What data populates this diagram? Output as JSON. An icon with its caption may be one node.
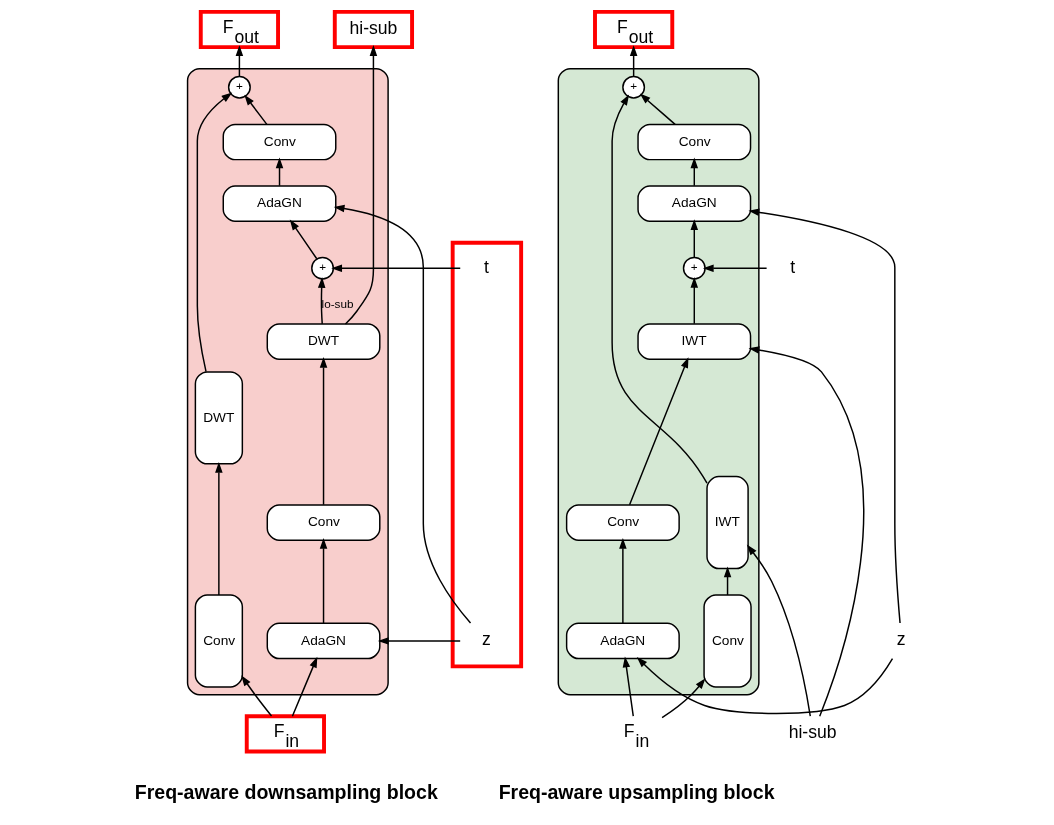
{
  "diagram": {
    "nodes": [
      {
        "text": [
          "F$_{out}$"
        ]
      },
      {
        "text": [
          "hi-sub"
        ]
      },
      {
        "text": [],
        "shape": "box"
      },
      {
        "text": [
          "t"
        ],
        "in": 2
      },
      {
        "text": [
          "z"
        ],
        "in": 2
      },
      {
        "text": [],
        "shape": "box"
      },
      {
        "text": [
          "+"
        ],
        "in": 5
      },
      {
        "text": [
          "Conv"
        ],
        "in": 5
      },
      {
        "text": [
          "AdaGN"
        ],
        "in": 5
      },
      {
        "text": [
          "+"
        ],
        "in": 5
      },
      {
        "text": [
          "DWT"
        ],
        "in": 5
      },
      {
        "text": [
          "Conv"
        ],
        "in": 5
      },
      {
        "text": [
          "AdaGN"
        ],
        "in": 5
      },
      {
        "text": [
          "DWT"
        ],
        "in": 5
      },
      {
        "text": [
          "Conv"
        ],
        "in": 5
      },
      {
        "text": [
          "F$_{in}$"
        ]
      },
      {
        "text": [
          "F$_{out}$"
        ]
      },
      {
        "text": [],
        "shape": "box"
      },
      {
        "text": [
          "+"
        ],
        "in": 17
      },
      {
        "text": [
          "Conv"
        ],
        "in": 17
      },
      {
        "text": [
          "AdaGN"
        ],
        "in": 17
      },
      {
        "text": [
          "+"
        ],
        "in": 17
      },
      {
        "text": [
          "IWT"
        ],
        "in": 17
      },
      {
        "text": [
          "Conv"
        ],
        "in": 17
      },
      {
        "text": [
          "AdaGN"
        ],
        "in": 17
      },
      {
        "text": [
          "IWT"
        ],
        "in": 17
      },
      {
        "text": [
          "Conv"
        ],
        "in": 17
      },
      {
        "text": [
          "t"
        ]
      },
      {
        "text": [
          "z"
        ]
      },
      {
        "text": [
          "F$_{in}$"
        ]
      },
      {
        "text": [
          "hi-sub"
        ]
      }
    ],
    "edges": [
      {
        "from": 15,
        "to": 12,
        "arrow": "to"
      },
      {
        "from": 15,
        "to": 14,
        "arrow": "to"
      },
      {
        "from": 4,
        "to": 12,
        "arrow": "to"
      },
      {
        "from": 4,
        "to": 8,
        "arrow": "to"
      },
      {
        "from": 3,
        "to": 9,
        "arrow": "to"
      },
      {
        "from": 12,
        "to": 11,
        "arrow": "to"
      },
      {
        "from": 11,
        "to": 10,
        "arrow": "to"
      },
      {
        "from": 10,
        "to": 9,
        "arrow": "to",
        "label": "lo-sub"
      },
      {
        "from": 9,
        "to": 8,
        "arrow": "to"
      },
      {
        "from": 8,
        "to": 7,
        "arrow": "to"
      },
      {
        "from": 7,
        "to": 6,
        "arrow": "to"
      },
      {
        "from": 6,
        "to": 0,
        "arrow": "to"
      },
      {
        "from": 10,
        "to": 1,
        "arrow": "to"
      },
      {
        "from": 14,
        "to": 13,
        "arrow": "to"
      },
      {
        "from": 13,
        "to": 6,
        "arrow": "to"
      },
      {
        "from": 29,
        "to": 24,
        "arrow": "to"
      },
      {
        "from": 29,
        "to": 26,
        "arrow": "to"
      },
      {
        "from": 28,
        "to": 24,
        "arrow": "to"
      },
      {
        "from": 28,
        "to": 20,
        "arrow": "to"
      },
      {
        "from": 27,
        "to": 21,
        "arrow": "to"
      },
      {
        "from": 30,
        "to": 22,
        "arrow": "to"
      },
      {
        "from": 30,
        "to": 25,
        "arrow": "to"
      },
      {
        "from": 24,
        "to": 23,
        "arrow": "to"
      },
      {
        "from": 23,
        "to": 22,
        "arrow": "to"
      },
      {
        "from": 22,
        "to": 21,
        "arrow": "to"
      },
      {
        "from": 21,
        "to": 20,
        "arrow": "to"
      },
      {
        "from": 20,
        "to": 19,
        "arrow": "to"
      },
      {
        "from": 19,
        "to": 18,
        "arrow": "to"
      },
      {
        "from": 18,
        "to": 16,
        "arrow": "to"
      },
      {
        "from": 26,
        "to": 25,
        "arrow": "to"
      },
      {
        "from": 25,
        "to": 18,
        "arrow": "to"
      }
    ],
    "labels": [
      "Freq-aware downsampling block",
      "Freq-aware upsampling block"
    ]
  }
}
